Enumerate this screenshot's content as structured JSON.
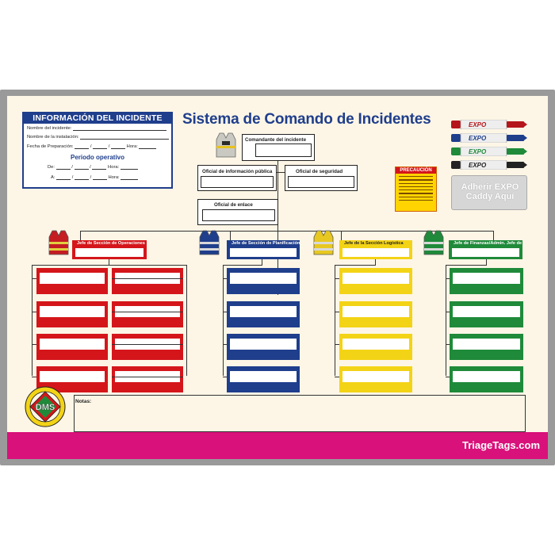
{
  "info": {
    "heading": "INFORMACIÓN DEL INCIDENTE",
    "incident_name_label": "Nombre del incidente:",
    "facility_name_label": "Nombre de la instalación:",
    "prep_date_label": "Fecha de Preparación:",
    "hour_label": "Hora:",
    "op_period_label": "Periodo operativo",
    "from_label": "De:",
    "to_label": "A:",
    "slash": "/"
  },
  "title": "Sistema de Comando de Incidentes",
  "command": {
    "commander": "Comandante del incidente",
    "public_info": "Oficial de información pública",
    "safety": "Oficial de seguridad",
    "liaison": "Oficial de enlace"
  },
  "sections": [
    {
      "label": "Jefe de Sección de Operaciones",
      "color": "#d4161b"
    },
    {
      "label": "Jefe de Sección de Planificación",
      "color": "#1f3e8c"
    },
    {
      "label": "Jefe de la Sección Logística",
      "color": "#f3d316"
    },
    {
      "label": "Jefe de Finanzas/Admin. Jefe de Sección",
      "color": "#1f8a3a"
    }
  ],
  "caution": {
    "title": "PRECAUCIÓN"
  },
  "caddy": {
    "line1": "Adherir EXPO",
    "line2": "Caddy Aquí"
  },
  "markers": {
    "brand": "EXPO",
    "colors": [
      "#b5161b",
      "#1f3e8c",
      "#1f8a3a",
      "#222222"
    ]
  },
  "notes_label": "Notas:",
  "logo": {
    "text": "DMS"
  },
  "site": "TriageTags.com",
  "icons": [
    "vest-icon",
    "logo-icon",
    "marker-icon"
  ]
}
